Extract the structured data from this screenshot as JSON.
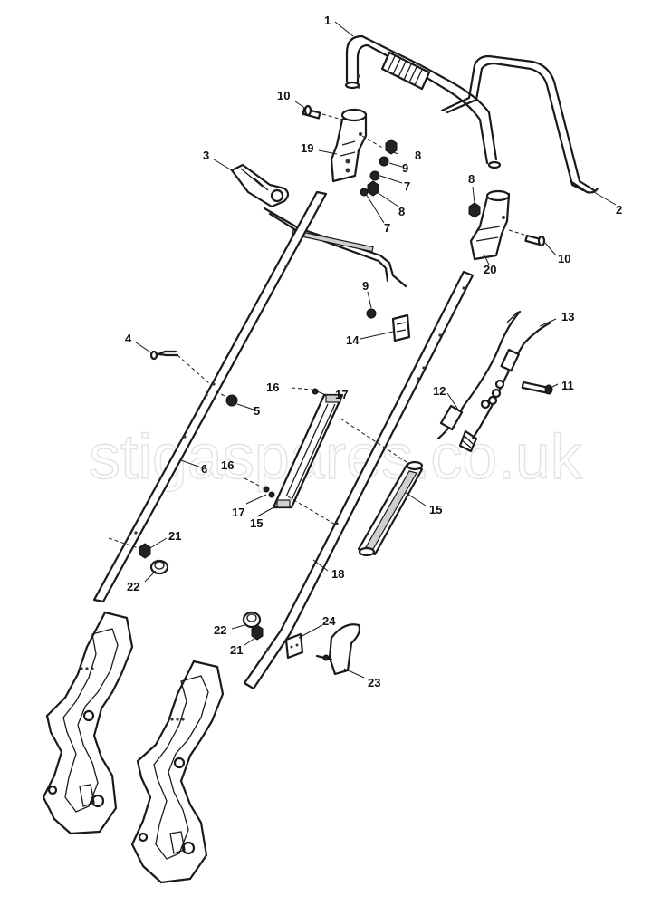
{
  "watermark": "stigaspares.co.uk",
  "callouts": {
    "c1": "1",
    "c2": "2",
    "c3": "3",
    "c4": "4",
    "c5": "5",
    "c6": "6",
    "c7a": "7",
    "c7b": "7",
    "c8a": "8",
    "c8b": "8",
    "c8c": "8",
    "c9a": "9",
    "c9b": "9",
    "c10a": "10",
    "c10b": "10",
    "c11": "11",
    "c12": "12",
    "c13": "13",
    "c14": "14",
    "c15a": "15",
    "c15b": "15",
    "c16a": "16",
    "c16b": "16",
    "c17a": "17",
    "c17b": "17",
    "c18": "18",
    "c19": "19",
    "c20": "20",
    "c21a": "21",
    "c21b": "21",
    "c22a": "22",
    "c22b": "22",
    "c23": "23",
    "c24": "24"
  }
}
